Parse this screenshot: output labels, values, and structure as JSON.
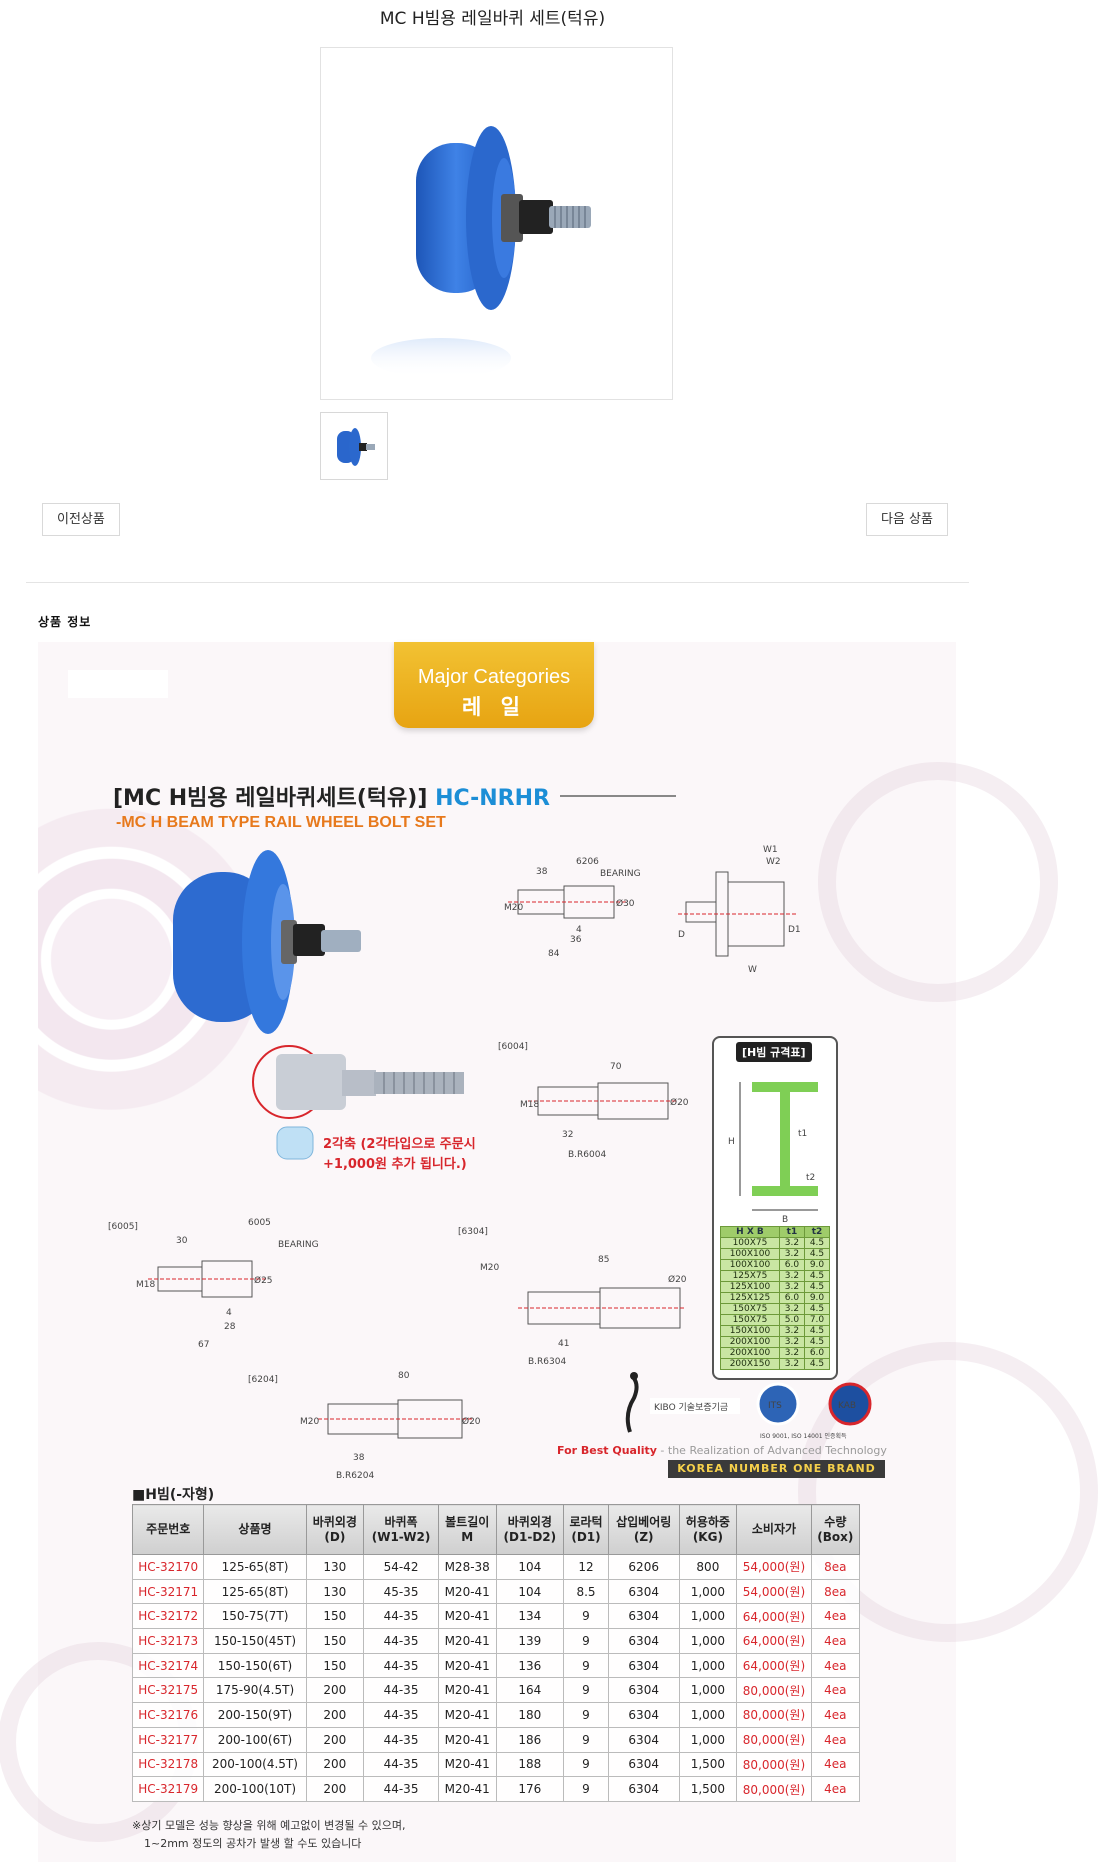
{
  "page": {
    "product_title": "MC H빔용 레일바퀴 세트(턱유)",
    "prev_label": "이전상품",
    "next_label": "다음 상품",
    "section_label": "상품 정보"
  },
  "banner": {
    "category_en": "Major Categories",
    "category_ko": "레 일"
  },
  "spec": {
    "heading": "[MC H빔용 레일바퀴세트(턱유)] ",
    "code": "HC-NRHR",
    "subheading": "-MC H BEAM TYPE RAIL WHEEL BOLT SET",
    "axis_note_1": "2각축 (2각타입으로 주문시",
    "axis_note_2": "+1,000원 추가 됩니다.)",
    "drawings": {
      "d6206": {
        "tag": "",
        "bearing": "6206",
        "bearing_label": "BEARING",
        "w_left": "38",
        "w_total": "84",
        "w_a": "4",
        "w_b": "36",
        "thread": "M20",
        "dia": "Ø30"
      },
      "d6004": {
        "tag": "[6004]",
        "length": "70",
        "thread_len": "32",
        "thread": "M18",
        "dia": "Ø20",
        "radius": "B.R6004"
      },
      "d6005": {
        "tag": "[6005]",
        "bearing": "6005",
        "bearing_label": "BEARING",
        "w_left": "30",
        "w_total": "67",
        "w_a": "4",
        "w_b": "28",
        "thread": "M18",
        "dia": "Ø25"
      },
      "d6304": {
        "tag": "[6304]",
        "length": "85",
        "thread_len": "41",
        "thread": "M20",
        "dia": "Ø20",
        "radius": "B.R6304"
      },
      "d6204": {
        "tag": "[6204]",
        "length": "80",
        "thread_len": "38",
        "thread": "M20",
        "dia": "Ø20",
        "radius": "B.R6204"
      },
      "wheel": {
        "w1": "W1",
        "w2": "W2",
        "d": "D",
        "d1": "D1",
        "w": "W"
      }
    }
  },
  "hbeam": {
    "label": "[H빔 규격표]",
    "h": "H",
    "b": "B",
    "t1": "t1",
    "t2": "t2",
    "headers": [
      "H X B",
      "t1",
      "t2"
    ],
    "rows": [
      [
        "100X75",
        "3.2",
        "4.5"
      ],
      [
        "100X100",
        "3.2",
        "4.5"
      ],
      [
        "100X100",
        "6.0",
        "9.0"
      ],
      [
        "125X75",
        "3.2",
        "4.5"
      ],
      [
        "125X100",
        "3.2",
        "4.5"
      ],
      [
        "125X125",
        "6.0",
        "9.0"
      ],
      [
        "150X75",
        "3.2",
        "4.5"
      ],
      [
        "150X75",
        "5.0",
        "7.0"
      ],
      [
        "150X100",
        "3.2",
        "4.5"
      ],
      [
        "200X100",
        "3.2",
        "4.5"
      ],
      [
        "200X100",
        "3.2",
        "6.0"
      ],
      [
        "200X150",
        "3.2",
        "4.5"
      ]
    ]
  },
  "quality": {
    "kibo": "KIBO 기술보증기금",
    "its": "ITS",
    "kab": "KAB",
    "iso": "ISO 9001, ISO 14001 인증획득",
    "best": "For Best Quality",
    "rest": " - the Realization of Advanced Technology",
    "korea": "KOREA NUMBER ONE BRAND"
  },
  "table": {
    "title": "■H빔(-자형)",
    "headers": [
      [
        "주문번호"
      ],
      [
        "상품명"
      ],
      [
        "바퀴외경",
        "(D)"
      ],
      [
        "바퀴폭",
        "(W1-W2)"
      ],
      [
        "볼트길이",
        "M"
      ],
      [
        "바퀴외경",
        "(D1-D2)"
      ],
      [
        "로라턱",
        "(D1)"
      ],
      [
        "삽입베어링",
        "(Z)"
      ],
      [
        "허용하중",
        "(KG)"
      ],
      [
        "소비자가"
      ],
      [
        "수량",
        "(Box)"
      ]
    ],
    "rows": [
      [
        "HC-32170",
        "125-65(8T)",
        "130",
        "54-42",
        "M28-38",
        "104",
        "12",
        "6206",
        "800",
        "54,000(원)",
        "8ea"
      ],
      [
        "HC-32171",
        "125-65(8T)",
        "130",
        "45-35",
        "M20-41",
        "104",
        "8.5",
        "6304",
        "1,000",
        "54,000(원)",
        "8ea"
      ],
      [
        "HC-32172",
        "150-75(7T)",
        "150",
        "44-35",
        "M20-41",
        "134",
        "9",
        "6304",
        "1,000",
        "64,000(원)",
        "4ea"
      ],
      [
        "HC-32173",
        "150-150(45T)",
        "150",
        "44-35",
        "M20-41",
        "139",
        "9",
        "6304",
        "1,000",
        "64,000(원)",
        "4ea"
      ],
      [
        "HC-32174",
        "150-150(6T)",
        "150",
        "44-35",
        "M20-41",
        "136",
        "9",
        "6304",
        "1,000",
        "64,000(원)",
        "4ea"
      ],
      [
        "HC-32175",
        "175-90(4.5T)",
        "200",
        "44-35",
        "M20-41",
        "164",
        "9",
        "6304",
        "1,000",
        "80,000(원)",
        "4ea"
      ],
      [
        "HC-32176",
        "200-150(9T)",
        "200",
        "44-35",
        "M20-41",
        "180",
        "9",
        "6304",
        "1,000",
        "80,000(원)",
        "4ea"
      ],
      [
        "HC-32177",
        "200-100(6T)",
        "200",
        "44-35",
        "M20-41",
        "186",
        "9",
        "6304",
        "1,000",
        "80,000(원)",
        "4ea"
      ],
      [
        "HC-32178",
        "200-100(4.5T)",
        "200",
        "44-35",
        "M20-41",
        "188",
        "9",
        "6304",
        "1,500",
        "80,000(원)",
        "4ea"
      ],
      [
        "HC-32179",
        "200-100(10T)",
        "200",
        "44-35",
        "M20-41",
        "176",
        "9",
        "6304",
        "1,500",
        "80,000(원)",
        "4ea"
      ]
    ],
    "note_1": "※상기 모델은 성능 향상을 위해 예고없이 변경될 수 있으며,",
    "note_2": "1~2mm 정도의 공차가 발생 할 수도 있습니다"
  },
  "colors": {
    "wheel_blue": "#2f6fd6",
    "accent_red": "#d8262c",
    "banner_gold": "#e7a412",
    "code_blue": "#1c8ed6",
    "subheading_orange": "#e7791c",
    "hbeam_green": "#7fcf55"
  }
}
